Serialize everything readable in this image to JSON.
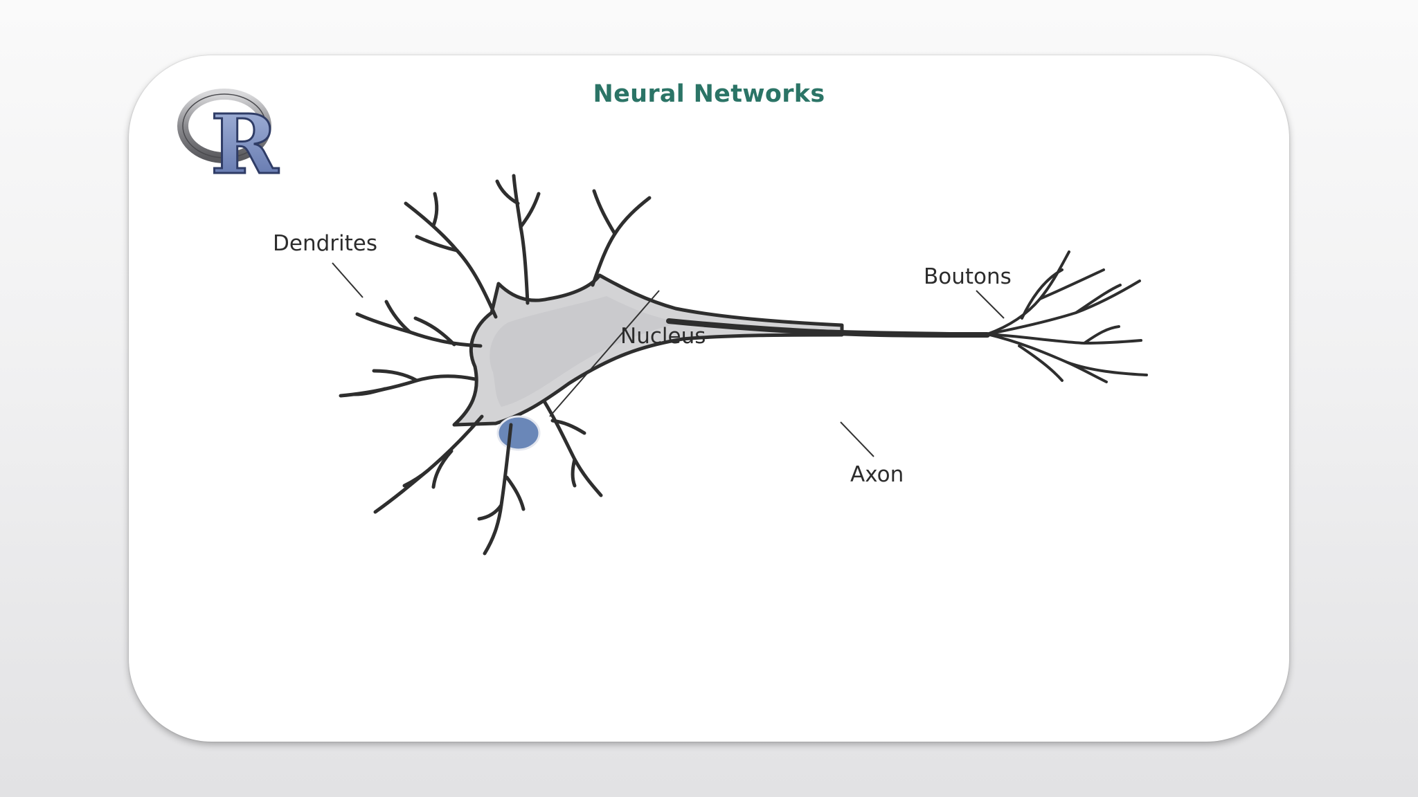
{
  "slide": {
    "title": "Neural Networks",
    "logo_letter": "R"
  },
  "diagram": {
    "labels": {
      "dendrites": "Dendrites",
      "nucleus": "Nucleus",
      "boutons": "Boutons",
      "axon": "Axon"
    },
    "colors": {
      "title": "#2b7466",
      "cell_body": "#d3d3d5",
      "nucleus": "#6a87b8",
      "outline": "#2e2e2e"
    }
  }
}
